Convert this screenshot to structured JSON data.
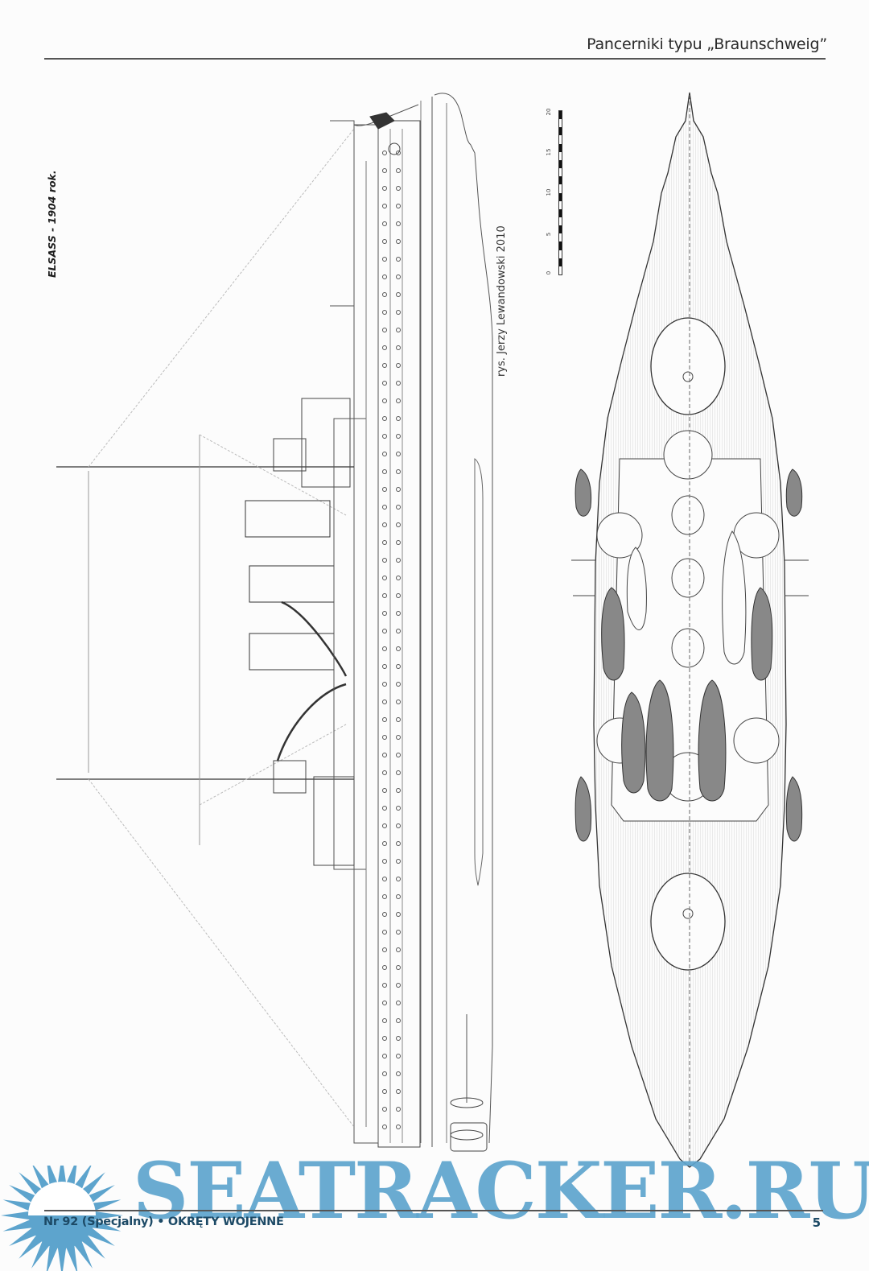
{
  "header": {
    "title": "Pancerniki typu „Braunschweig”"
  },
  "captions": {
    "ship_name": "ELSASS - 1904 rok.",
    "credit": "rys. Jerzy Lewandowski 2010"
  },
  "scale_bar": {
    "labels": [
      "20",
      "15",
      "10",
      "5",
      "0"
    ],
    "unit_max": 20
  },
  "footer": {
    "issue": "Nr 92 (Specjalny) • OKRĘTY WOJENNE",
    "page_number": "5"
  },
  "watermark": {
    "text": "SEATRACKER.RU",
    "color": "#5da4cd"
  },
  "figures": [
    {
      "name": "side-profile",
      "description": "Side elevation of battleship Elsass"
    },
    {
      "name": "deck-plan",
      "description": "Top-down deck plan of battleship Elsass"
    }
  ]
}
